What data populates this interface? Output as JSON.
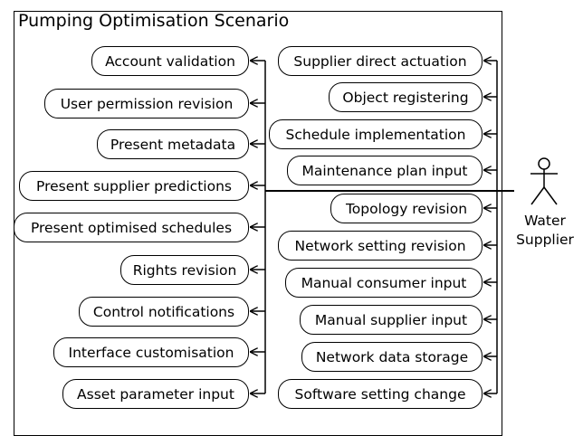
{
  "diagram": {
    "title": "Pumping Optimisation Scenario",
    "actor": {
      "line1": "Water",
      "line2": "Supplier"
    },
    "left_use_cases": [
      "Account validation",
      "User permission revision",
      "Present metadata",
      "Present supplier predictions",
      "Present optimised schedules",
      "Rights revision",
      "Control notifications",
      "Interface customisation",
      "Asset parameter input"
    ],
    "right_use_cases": [
      "Supplier direct actuation",
      "Object registering",
      "Schedule implementation",
      "Maintenance plan input",
      "Topology revision",
      "Network setting revision",
      "Manual consumer input",
      "Manual supplier input",
      "Network data storage",
      "Software setting change"
    ]
  }
}
